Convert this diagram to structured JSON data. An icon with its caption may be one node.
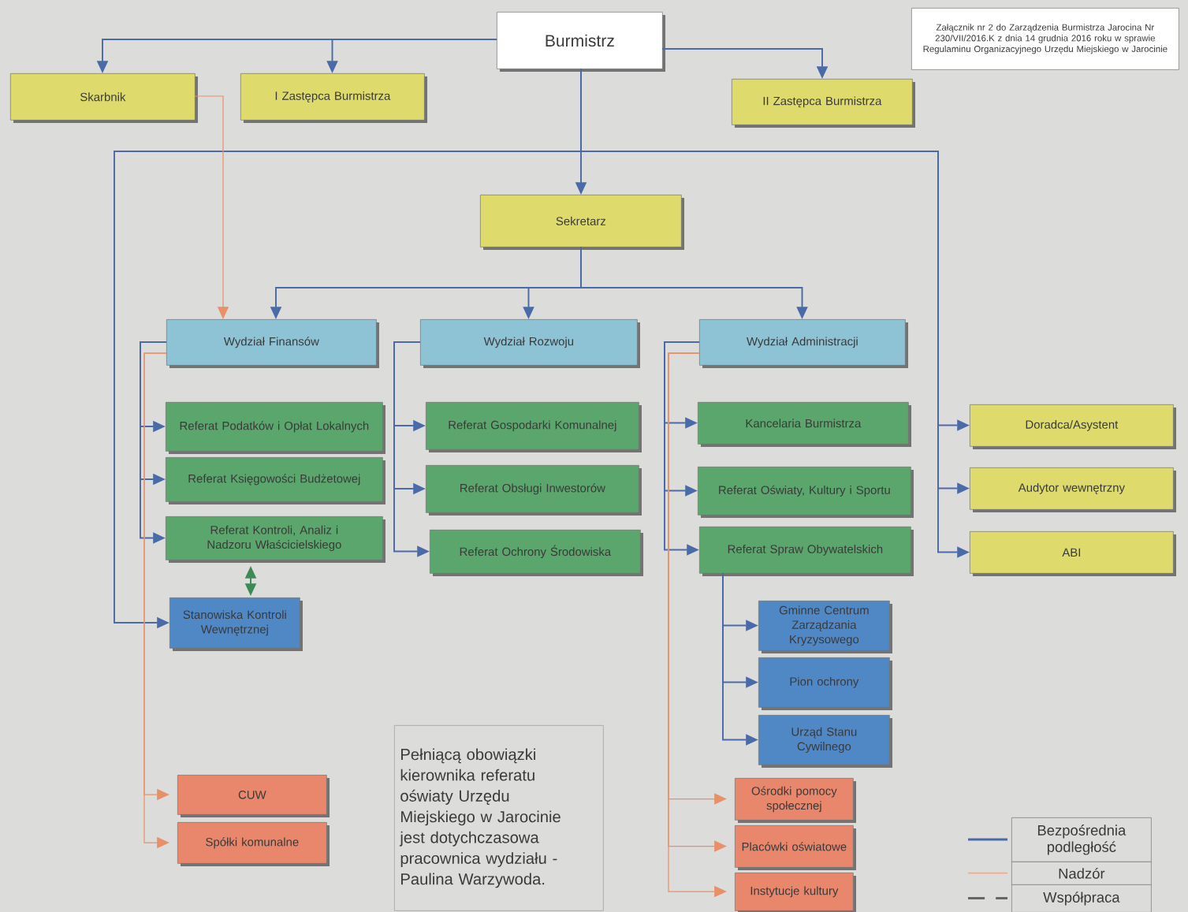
{
  "diagram": {
    "nodes": [
      {
        "text": [
          "Burmistrz"
        ]
      },
      {
        "text": [
          "Skarbnik"
        ]
      },
      {
        "text": [
          "I Zastępca Burmistrza"
        ]
      },
      {
        "text": [
          "II Zastępca Burmistrza"
        ]
      },
      {
        "text": [
          "Sekretarz"
        ]
      },
      {
        "text": [
          "Wydział Finansów"
        ]
      },
      {
        "text": [
          "Wydział Rozwoju"
        ]
      },
      {
        "text": [
          "Wydział Administracji"
        ]
      },
      {
        "text": [
          "Referat Podatków i Opłat Lokalnych"
        ]
      },
      {
        "text": [
          "Referat Księgowości Budżetowej"
        ]
      },
      {
        "text": [
          "Referat Kontroli, Analiz i Nadzoru Właścicielskiego"
        ]
      },
      {
        "text": [
          "Stanowiska Kontroli Wewnętrznej"
        ]
      },
      {
        "text": [
          "Referat Gospodarki Komunalnej"
        ]
      },
      {
        "text": [
          "Referat Obsługi Inwestorów"
        ]
      },
      {
        "text": [
          "Referat Ochrony Środowiska"
        ]
      },
      {
        "text": [
          "Kancelaria Burmistrza"
        ]
      },
      {
        "text": [
          "Referat Oświaty, Kultury i Sportu"
        ]
      },
      {
        "text": [
          "Referat Spraw Obywatelskich"
        ]
      },
      {
        "text": [
          "Gminne Centrum Zarządzania Kryzysowego"
        ]
      },
      {
        "text": [
          "Pion ochrony"
        ]
      },
      {
        "text": [
          "Urząd Stanu Cywilnego"
        ]
      },
      {
        "text": [
          "Doradca/Asystent"
        ]
      },
      {
        "text": [
          "Audytor wewnętrzny"
        ]
      },
      {
        "text": [
          "ABI"
        ]
      },
      {
        "text": [
          "CUW"
        ]
      },
      {
        "text": [
          "Spółki komunalne"
        ]
      },
      {
        "text": [
          "Ośrodki pomocy społecznej"
        ]
      },
      {
        "text": [
          "Placówki oświatowe"
        ]
      },
      {
        "text": [
          "Instytucje kultury"
        ]
      },
      {
        "text": [
          "Załącznik nr 2 do Zarządzenia Burmistrza Jarocina Nr 230/VII/2016.K z dnia 14 grudnia 2016 roku w sprawie Regulaminu Organizacyjnego Urzędu Miejskiego w Jarocinie"
        ]
      },
      {
        "text": [
          "Pełniącą obowiązki kierownika referatu oświaty Urzędu Miejskiego w Jarocinie jest dotychczasowa pracownica wydziału - Paulina Warzywoda."
        ]
      }
    ],
    "edges": [
      {
        "from": 0,
        "to": 1,
        "arrow": "to"
      },
      {
        "from": 0,
        "to": 2,
        "arrow": "to"
      },
      {
        "from": 0,
        "to": 3,
        "arrow": "to"
      },
      {
        "from": 0,
        "to": 4,
        "arrow": "to"
      },
      {
        "from": 0,
        "to": 11,
        "arrow": "to"
      },
      {
        "from": 0,
        "to": 21,
        "arrow": "to"
      },
      {
        "from": 0,
        "to": 22,
        "arrow": "to"
      },
      {
        "from": 0,
        "to": 23,
        "arrow": "to"
      },
      {
        "from": 4,
        "to": 5,
        "arrow": "to"
      },
      {
        "from": 4,
        "to": 6,
        "arrow": "to"
      },
      {
        "from": 4,
        "to": 7,
        "arrow": "to"
      },
      {
        "from": 5,
        "to": 8,
        "arrow": "to"
      },
      {
        "from": 5,
        "to": 9,
        "arrow": "to"
      },
      {
        "from": 5,
        "to": 10,
        "arrow": "to"
      },
      {
        "from": 6,
        "to": 12,
        "arrow": "to"
      },
      {
        "from": 6,
        "to": 13,
        "arrow": "to"
      },
      {
        "from": 6,
        "to": 14,
        "arrow": "to"
      },
      {
        "from": 7,
        "to": 15,
        "arrow": "to"
      },
      {
        "from": 7,
        "to": 16,
        "arrow": "to"
      },
      {
        "from": 7,
        "to": 17,
        "arrow": "to"
      },
      {
        "from": 17,
        "to": 18,
        "arrow": "to"
      },
      {
        "from": 17,
        "to": 19,
        "arrow": "to"
      },
      {
        "from": 17,
        "to": 20,
        "arrow": "to"
      },
      {
        "from": 10,
        "to": 11,
        "arrow": "both",
        "color": "#3d8a55"
      },
      {
        "from": 1,
        "to": 5,
        "arrow": "to",
        "color": "#e8906a"
      },
      {
        "from": 5,
        "to": 24,
        "arrow": "to",
        "color": "#e8906a"
      },
      {
        "from": 5,
        "to": 25,
        "arrow": "to",
        "color": "#e8906a"
      },
      {
        "from": 7,
        "to": 26,
        "arrow": "to",
        "color": "#e8906a"
      },
      {
        "from": 7,
        "to": 27,
        "arrow": "to",
        "color": "#e8906a"
      },
      {
        "from": 7,
        "to": 28,
        "arrow": "to",
        "color": "#e8906a"
      }
    ],
    "legend": [
      {
        "text": "Bezpośrednia podległość"
      },
      {
        "text": "Nadzór"
      },
      {
        "text": "Współpraca"
      }
    ]
  }
}
